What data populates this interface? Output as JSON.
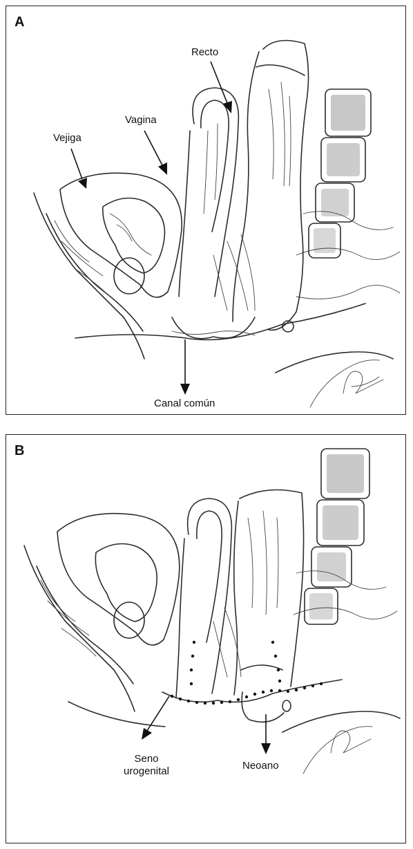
{
  "panel_a": {
    "letter": "A",
    "labels": {
      "recto": "Recto",
      "vagina": "Vagina",
      "vejiga": "Vejiga",
      "canal_comun": "Canal común"
    }
  },
  "panel_b": {
    "letter": "B",
    "labels": {
      "seno_line1": "Seno",
      "seno_line2": "urogenital",
      "neoano": "Neoano"
    }
  },
  "colors": {
    "ink": "#2b2b2b",
    "border": "#222222",
    "background": "#ffffff"
  }
}
